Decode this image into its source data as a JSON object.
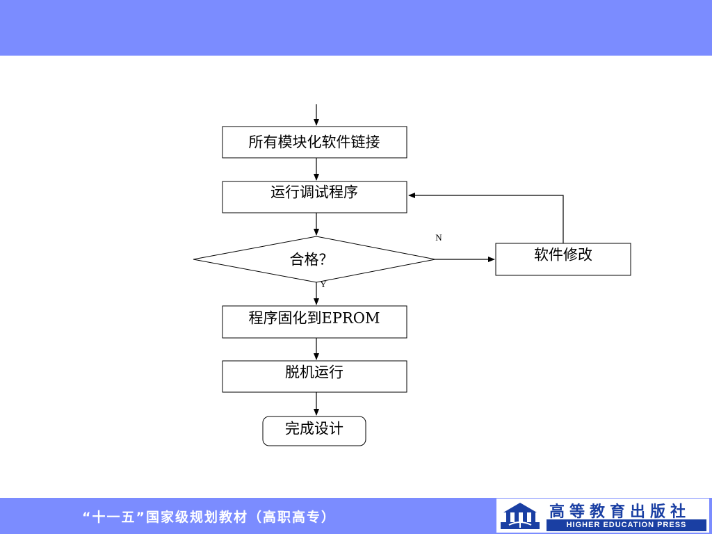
{
  "flowchart": {
    "nodes": {
      "link": "所有模块化软件链接",
      "run_debug": "运行调试程序",
      "check": "合格？",
      "modify": "软件修改",
      "burn": "程序固化到EPROM",
      "offline": "脱机运行",
      "done": "完成设计"
    },
    "edges": {
      "no_label": "N",
      "yes_label": "Y"
    }
  },
  "footer": {
    "series_title": "“十一五”国家级规划教材（高职高专）"
  },
  "publisher": {
    "name_cn": "高等教育出版社",
    "name_en": "HIGHER EDUCATION PRESS",
    "logo_icon": "building-book-logo-icon"
  },
  "colors": {
    "band": "#7b8cff",
    "publisher_blue": "#1a3fa3"
  }
}
